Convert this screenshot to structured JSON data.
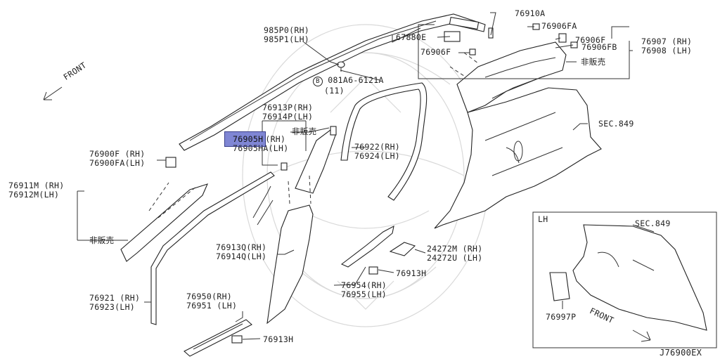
{
  "diagram": {
    "code": "J76900EX",
    "front_label": "FRONT",
    "front_label_lh": "FRONT",
    "callouts": [
      {
        "id": "985p0",
        "lines": [
          "985P0(RH)",
          "985P1(LH)"
        ]
      },
      {
        "id": "081a6",
        "lines": [
          "081A6-6121A",
          "(11)"
        ],
        "circled": "B"
      },
      {
        "id": "76910a",
        "lines": [
          "76910A"
        ]
      },
      {
        "id": "67880e",
        "lines": [
          "67880E"
        ]
      },
      {
        "id": "76906fa",
        "lines": [
          "76906FA"
        ]
      },
      {
        "id": "76906f_r",
        "lines": [
          "76906F"
        ]
      },
      {
        "id": "76906fb",
        "lines": [
          "76906FB"
        ]
      },
      {
        "id": "76906f_l",
        "lines": [
          "76906F"
        ]
      },
      {
        "id": "76907",
        "lines": [
          "76907 (RH)",
          "76908 (LH)"
        ]
      },
      {
        "id": "hihanbai1",
        "lines": [
          "非販売"
        ]
      },
      {
        "id": "76913p",
        "lines": [
          "76913P(RH)",
          "76914P(LH)"
        ]
      },
      {
        "id": "hihanbai2",
        "lines": [
          "非販売"
        ]
      },
      {
        "id": "76905h",
        "lines": [
          "76905H(RH)",
          "76905HA(LH)"
        ],
        "highlight": "76905H"
      },
      {
        "id": "76922",
        "lines": [
          "76922(RH)",
          "76924(LH)"
        ]
      },
      {
        "id": "sec849",
        "lines": [
          "SEC.849"
        ]
      },
      {
        "id": "76900f",
        "lines": [
          "76900F (RH)",
          "76900FA(LH)"
        ]
      },
      {
        "id": "76911m",
        "lines": [
          "76911M (RH)",
          "76912M(LH)"
        ]
      },
      {
        "id": "hihanbai3",
        "lines": [
          "非販売"
        ]
      },
      {
        "id": "76913q",
        "lines": [
          "76913Q(RH)",
          "76914Q(LH)"
        ]
      },
      {
        "id": "24272m",
        "lines": [
          "24272M (RH)",
          "24272U (LH)"
        ]
      },
      {
        "id": "76913h_a",
        "lines": [
          "76913H"
        ]
      },
      {
        "id": "76954",
        "lines": [
          "76954(RH)",
          "76955(LH)"
        ]
      },
      {
        "id": "76921",
        "lines": [
          "76921 (RH)",
          "76923(LH)"
        ]
      },
      {
        "id": "76950",
        "lines": [
          "76950(RH)",
          "76951 (LH)"
        ]
      },
      {
        "id": "76913h_b",
        "lines": [
          "76913H"
        ]
      },
      {
        "id": "lh",
        "lines": [
          "LH"
        ]
      },
      {
        "id": "sec849_lh",
        "lines": [
          "SEC.849"
        ]
      },
      {
        "id": "76997p",
        "lines": [
          "76997P"
        ]
      }
    ]
  }
}
